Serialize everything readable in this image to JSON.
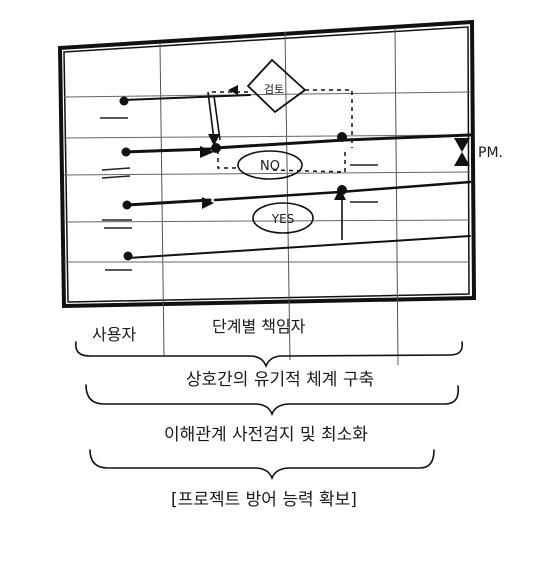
{
  "diagram": {
    "decision_label": "검토",
    "no_label": "NO",
    "yes_label": "YES",
    "side_label": "PM.",
    "col_user": "사용자",
    "col_roles": "단계별 책임자"
  },
  "captions": {
    "line1": "상호간의 유기적 체계 구축",
    "line2": "이해관계 사전검지 및 최소화",
    "line3": "[프로젝트 방어 능력 확보]"
  }
}
